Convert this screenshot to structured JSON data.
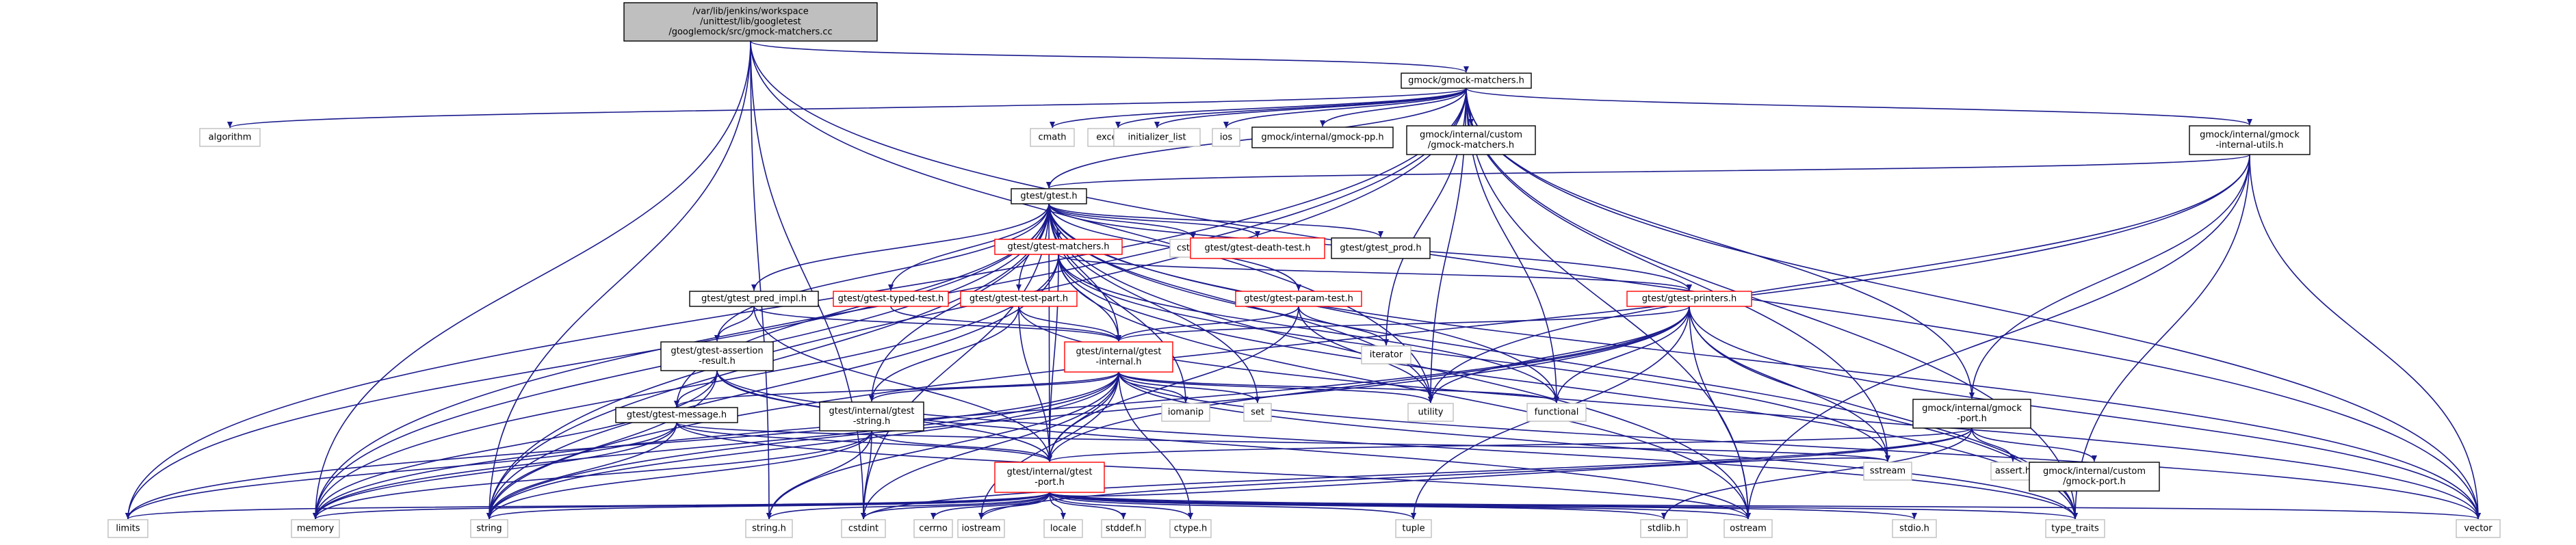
{
  "diagram": {
    "kind": "include dependency graph",
    "colors": {
      "root_fill": "#bfbfbf",
      "border_black": "#000000",
      "border_red": "#ff0000",
      "border_grey": "#bfbfbf",
      "edge": "#1a1a8c",
      "text": "#000000"
    },
    "nodes": [
      {
        "id": "root",
        "lines": [
          "/var/lib/jenkins/workspace",
          "/unittest/lib/googletest",
          "/googlemock/src/gmock-matchers.cc"
        ],
        "style": "root"
      },
      {
        "id": "gmock_matchers",
        "lines": [
          "gmock/gmock-matchers.h"
        ],
        "style": "black"
      },
      {
        "id": "algorithm",
        "lines": [
          "algorithm"
        ],
        "style": "grey"
      },
      {
        "id": "cmath",
        "lines": [
          "cmath"
        ],
        "style": "grey"
      },
      {
        "id": "exception",
        "lines": [
          "exception"
        ],
        "style": "grey"
      },
      {
        "id": "initializer_list",
        "lines": [
          "initializer_list"
        ],
        "style": "grey"
      },
      {
        "id": "ios",
        "lines": [
          "ios"
        ],
        "style": "grey"
      },
      {
        "id": "gmock_pp",
        "lines": [
          "gmock/internal/gmock-pp.h"
        ],
        "style": "black"
      },
      {
        "id": "gmock_custom_matchers",
        "lines": [
          "gmock/internal/custom",
          "/gmock-matchers.h"
        ],
        "style": "black"
      },
      {
        "id": "gmock_internal_utils",
        "lines": [
          "gmock/internal/gmock",
          "-internal-utils.h"
        ],
        "style": "black"
      },
      {
        "id": "gtest",
        "lines": [
          "gtest/gtest.h"
        ],
        "style": "black"
      },
      {
        "id": "cstddef",
        "lines": [
          "cstddef"
        ],
        "style": "grey"
      },
      {
        "id": "gtest_death",
        "lines": [
          "gtest/gtest-death-test.h"
        ],
        "style": "red"
      },
      {
        "id": "gtest_prod",
        "lines": [
          "gtest/gtest_prod.h"
        ],
        "style": "black"
      },
      {
        "id": "gtest_matchers",
        "lines": [
          "gtest/gtest-matchers.h"
        ],
        "style": "red"
      },
      {
        "id": "gtest_pred_impl",
        "lines": [
          "gtest/gtest_pred_impl.h"
        ],
        "style": "black"
      },
      {
        "id": "gtest_typed",
        "lines": [
          "gtest/gtest-typed-test.h"
        ],
        "style": "red"
      },
      {
        "id": "gtest_test_part",
        "lines": [
          "gtest/gtest-test-part.h"
        ],
        "style": "red"
      },
      {
        "id": "gtest_param",
        "lines": [
          "gtest/gtest-param-test.h"
        ],
        "style": "red"
      },
      {
        "id": "gtest_printers",
        "lines": [
          "gtest/gtest-printers.h"
        ],
        "style": "red"
      },
      {
        "id": "iterator",
        "lines": [
          "iterator"
        ],
        "style": "grey"
      },
      {
        "id": "gtest_assertion",
        "lines": [
          "gtest/gtest-assertion",
          "-result.h"
        ],
        "style": "black"
      },
      {
        "id": "gtest_internal",
        "lines": [
          "gtest/internal/gtest",
          "-internal.h"
        ],
        "style": "red"
      },
      {
        "id": "gtest_message",
        "lines": [
          "gtest/gtest-message.h"
        ],
        "style": "black"
      },
      {
        "id": "gtest_string",
        "lines": [
          "gtest/internal/gtest",
          "-string.h"
        ],
        "style": "black"
      },
      {
        "id": "iomanip",
        "lines": [
          "iomanip"
        ],
        "style": "grey"
      },
      {
        "id": "set",
        "lines": [
          "set"
        ],
        "style": "grey"
      },
      {
        "id": "utility",
        "lines": [
          "utility"
        ],
        "style": "grey"
      },
      {
        "id": "functional",
        "lines": [
          "functional"
        ],
        "style": "grey"
      },
      {
        "id": "gmock_port",
        "lines": [
          "gmock/internal/gmock",
          "-port.h"
        ],
        "style": "black"
      },
      {
        "id": "sstream",
        "lines": [
          "sstream"
        ],
        "style": "grey"
      },
      {
        "id": "assert",
        "lines": [
          "assert.h"
        ],
        "style": "grey"
      },
      {
        "id": "gmock_custom_port",
        "lines": [
          "gmock/internal/custom",
          "/gmock-port.h"
        ],
        "style": "black"
      },
      {
        "id": "gtest_port",
        "lines": [
          "gtest/internal/gtest",
          "-port.h"
        ],
        "style": "red"
      },
      {
        "id": "limits",
        "lines": [
          "limits"
        ],
        "style": "grey"
      },
      {
        "id": "memory",
        "lines": [
          "memory"
        ],
        "style": "grey"
      },
      {
        "id": "string",
        "lines": [
          "string"
        ],
        "style": "grey"
      },
      {
        "id": "string_h",
        "lines": [
          "string.h"
        ],
        "style": "grey"
      },
      {
        "id": "cstdint",
        "lines": [
          "cstdint"
        ],
        "style": "grey"
      },
      {
        "id": "cerrno",
        "lines": [
          "cerrno"
        ],
        "style": "grey"
      },
      {
        "id": "iostream",
        "lines": [
          "iostream"
        ],
        "style": "grey"
      },
      {
        "id": "locale",
        "lines": [
          "locale"
        ],
        "style": "grey"
      },
      {
        "id": "stddef",
        "lines": [
          "stddef.h"
        ],
        "style": "grey"
      },
      {
        "id": "ctype",
        "lines": [
          "ctype.h"
        ],
        "style": "grey"
      },
      {
        "id": "tuple",
        "lines": [
          "tuple"
        ],
        "style": "grey"
      },
      {
        "id": "stdlib",
        "lines": [
          "stdlib.h"
        ],
        "style": "grey"
      },
      {
        "id": "ostream",
        "lines": [
          "ostream"
        ],
        "style": "grey"
      },
      {
        "id": "stdio",
        "lines": [
          "stdio.h"
        ],
        "style": "grey"
      },
      {
        "id": "type_traits",
        "lines": [
          "type_traits"
        ],
        "style": "grey"
      },
      {
        "id": "vector",
        "lines": [
          "vector"
        ],
        "style": "grey"
      }
    ],
    "edges": [
      [
        "root",
        "gmock_matchers"
      ],
      [
        "root",
        "memory"
      ],
      [
        "root",
        "string"
      ],
      [
        "root",
        "vector"
      ],
      [
        "root",
        "string_h"
      ],
      [
        "root",
        "cstdint"
      ],
      [
        "root",
        "utility"
      ],
      [
        "gmock_matchers",
        "algorithm"
      ],
      [
        "gmock_matchers",
        "cmath"
      ],
      [
        "gmock_matchers",
        "exception"
      ],
      [
        "gmock_matchers",
        "initializer_list"
      ],
      [
        "gmock_matchers",
        "ios"
      ],
      [
        "gmock_matchers",
        "gmock_pp"
      ],
      [
        "gmock_matchers",
        "gmock_custom_matchers"
      ],
      [
        "gmock_matchers",
        "gmock_internal_utils"
      ],
      [
        "gmock_matchers",
        "gtest"
      ],
      [
        "gmock_matchers",
        "gmock_port"
      ],
      [
        "gmock_matchers",
        "limits"
      ],
      [
        "gmock_matchers",
        "memory"
      ],
      [
        "gmock_matchers",
        "string"
      ],
      [
        "gmock_matchers",
        "vector"
      ],
      [
        "gmock_matchers",
        "type_traits"
      ],
      [
        "gmock_matchers",
        "ostream"
      ],
      [
        "gmock_matchers",
        "functional"
      ],
      [
        "gmock_matchers",
        "iterator"
      ],
      [
        "gmock_matchers",
        "utility"
      ],
      [
        "gmock_matchers",
        "sstream"
      ],
      [
        "gmock_internal_utils",
        "gtest"
      ],
      [
        "gmock_internal_utils",
        "gmock_port"
      ],
      [
        "gmock_internal_utils",
        "ostream"
      ],
      [
        "gmock_internal_utils",
        "string"
      ],
      [
        "gmock_internal_utils",
        "type_traits"
      ],
      [
        "gmock_internal_utils",
        "vector"
      ],
      [
        "gmock_internal_utils",
        "utility"
      ],
      [
        "gtest",
        "cstddef"
      ],
      [
        "gtest",
        "gtest_death"
      ],
      [
        "gtest",
        "gtest_prod"
      ],
      [
        "gtest",
        "gtest_matchers"
      ],
      [
        "gtest",
        "gtest_pred_impl"
      ],
      [
        "gtest",
        "gtest_typed"
      ],
      [
        "gtest",
        "gtest_test_part"
      ],
      [
        "gtest",
        "gtest_param"
      ],
      [
        "gtest",
        "gtest_printers"
      ],
      [
        "gtest",
        "gtest_internal"
      ],
      [
        "gtest",
        "gtest_assertion"
      ],
      [
        "gtest",
        "gtest_message"
      ],
      [
        "gtest",
        "gtest_string"
      ],
      [
        "gtest",
        "gtest_port"
      ],
      [
        "gtest",
        "limits"
      ],
      [
        "gtest",
        "memory"
      ],
      [
        "gtest",
        "string"
      ],
      [
        "gtest",
        "vector"
      ],
      [
        "gtest",
        "type_traits"
      ],
      [
        "gtest",
        "ostream"
      ],
      [
        "gtest",
        "iomanip"
      ],
      [
        "gtest",
        "set"
      ],
      [
        "gtest",
        "cstdint"
      ],
      [
        "gtest",
        "functional"
      ],
      [
        "gtest",
        "utility"
      ],
      [
        "gtest_matchers",
        "gtest_internal"
      ],
      [
        "gtest_matchers",
        "gtest_printers"
      ],
      [
        "gtest_matchers",
        "gtest_port"
      ],
      [
        "gtest_matchers",
        "memory"
      ],
      [
        "gtest_matchers",
        "string"
      ],
      [
        "gtest_matchers",
        "ostream"
      ],
      [
        "gtest_matchers",
        "atomic_dummy"
      ],
      [
        "gtest_matchers",
        "functional"
      ],
      [
        "gtest_matchers",
        "type_traits"
      ],
      [
        "gtest_matchers",
        "sstream"
      ],
      [
        "gtest_pred_impl",
        "gtest_assertion"
      ],
      [
        "gtest_pred_impl",
        "gtest_internal"
      ],
      [
        "gtest_pred_impl",
        "gtest_port"
      ],
      [
        "gtest_typed",
        "gtest_internal"
      ],
      [
        "gtest_test_part",
        "gtest_internal"
      ],
      [
        "gtest_test_part",
        "gtest_string"
      ],
      [
        "gtest_test_part",
        "gtest_port"
      ],
      [
        "gtest_test_part",
        "iosfwd_dummy"
      ],
      [
        "gtest_test_part",
        "vector"
      ],
      [
        "gtest_param",
        "gtest_internal"
      ],
      [
        "gtest_param",
        "gtest_port"
      ],
      [
        "gtest_param",
        "iterator"
      ],
      [
        "gtest_param",
        "utility"
      ],
      [
        "gtest_printers",
        "gtest_internal"
      ],
      [
        "gtest_printers",
        "gtest_port"
      ],
      [
        "gtest_printers",
        "functional"
      ],
      [
        "gtest_printers",
        "memory"
      ],
      [
        "gtest_printers",
        "ostream"
      ],
      [
        "gtest_printers",
        "sstream"
      ],
      [
        "gtest_printers",
        "string"
      ],
      [
        "gtest_printers",
        "tuple"
      ],
      [
        "gtest_printers",
        "type_traits"
      ],
      [
        "gtest_printers",
        "utility"
      ],
      [
        "gtest_printers",
        "vector"
      ],
      [
        "gtest_assertion",
        "gtest_message"
      ],
      [
        "gtest_assertion",
        "gtest_port"
      ],
      [
        "gtest_assertion",
        "memory"
      ],
      [
        "gtest_assertion",
        "ostream"
      ],
      [
        "gtest_assertion",
        "string"
      ],
      [
        "gtest_assertion",
        "type_traits"
      ],
      [
        "gtest_internal",
        "gtest_message"
      ],
      [
        "gtest_internal",
        "gtest_string"
      ],
      [
        "gtest_internal",
        "gtest_port"
      ],
      [
        "gtest_internal",
        "iomanip"
      ],
      [
        "gtest_internal",
        "set"
      ],
      [
        "gtest_internal",
        "utility"
      ],
      [
        "gtest_internal",
        "functional"
      ],
      [
        "gtest_internal",
        "limits"
      ],
      [
        "gtest_internal",
        "memory"
      ],
      [
        "gtest_internal",
        "string"
      ],
      [
        "gtest_internal",
        "vector"
      ],
      [
        "gtest_internal",
        "type_traits"
      ],
      [
        "gtest_internal",
        "cstdint"
      ],
      [
        "gtest_internal",
        "ctype"
      ],
      [
        "gtest_internal",
        "string_h"
      ],
      [
        "gtest_internal",
        "iostream"
      ],
      [
        "gtest_message",
        "gtest_port"
      ],
      [
        "gtest_message",
        "limits"
      ],
      [
        "gtest_message",
        "memory"
      ],
      [
        "gtest_message",
        "string"
      ],
      [
        "gtest_message",
        "sstream"
      ],
      [
        "gtest_message",
        "ostream"
      ],
      [
        "gtest_string",
        "gtest_port"
      ],
      [
        "gtest_string",
        "string"
      ],
      [
        "gtest_string",
        "string_h"
      ],
      [
        "gtest_string",
        "cstdint"
      ],
      [
        "gtest_string",
        "memory"
      ],
      [
        "gmock_port",
        "gmock_custom_port"
      ],
      [
        "gmock_port",
        "gtest_port"
      ],
      [
        "gmock_port",
        "assert"
      ],
      [
        "gmock_port",
        "stdlib"
      ],
      [
        "gmock_port",
        "cstdint"
      ],
      [
        "gmock_port",
        "iostream"
      ],
      [
        "gtest_port",
        "limits"
      ],
      [
        "gtest_port",
        "memory"
      ],
      [
        "gtest_port",
        "string"
      ],
      [
        "gtest_port",
        "string_h"
      ],
      [
        "gtest_port",
        "cstdint"
      ],
      [
        "gtest_port",
        "cerrno"
      ],
      [
        "gtest_port",
        "iostream"
      ],
      [
        "gtest_port",
        "locale"
      ],
      [
        "gtest_port",
        "stddef"
      ],
      [
        "gtest_port",
        "ctype"
      ],
      [
        "gtest_port",
        "tuple"
      ],
      [
        "gtest_port",
        "stdlib"
      ],
      [
        "gtest_port",
        "ostream"
      ],
      [
        "gtest_port",
        "stdio"
      ],
      [
        "gtest_port",
        "type_traits"
      ],
      [
        "gtest_port",
        "vector"
      ],
      [
        "gtest_port",
        "sstream"
      ]
    ]
  }
}
